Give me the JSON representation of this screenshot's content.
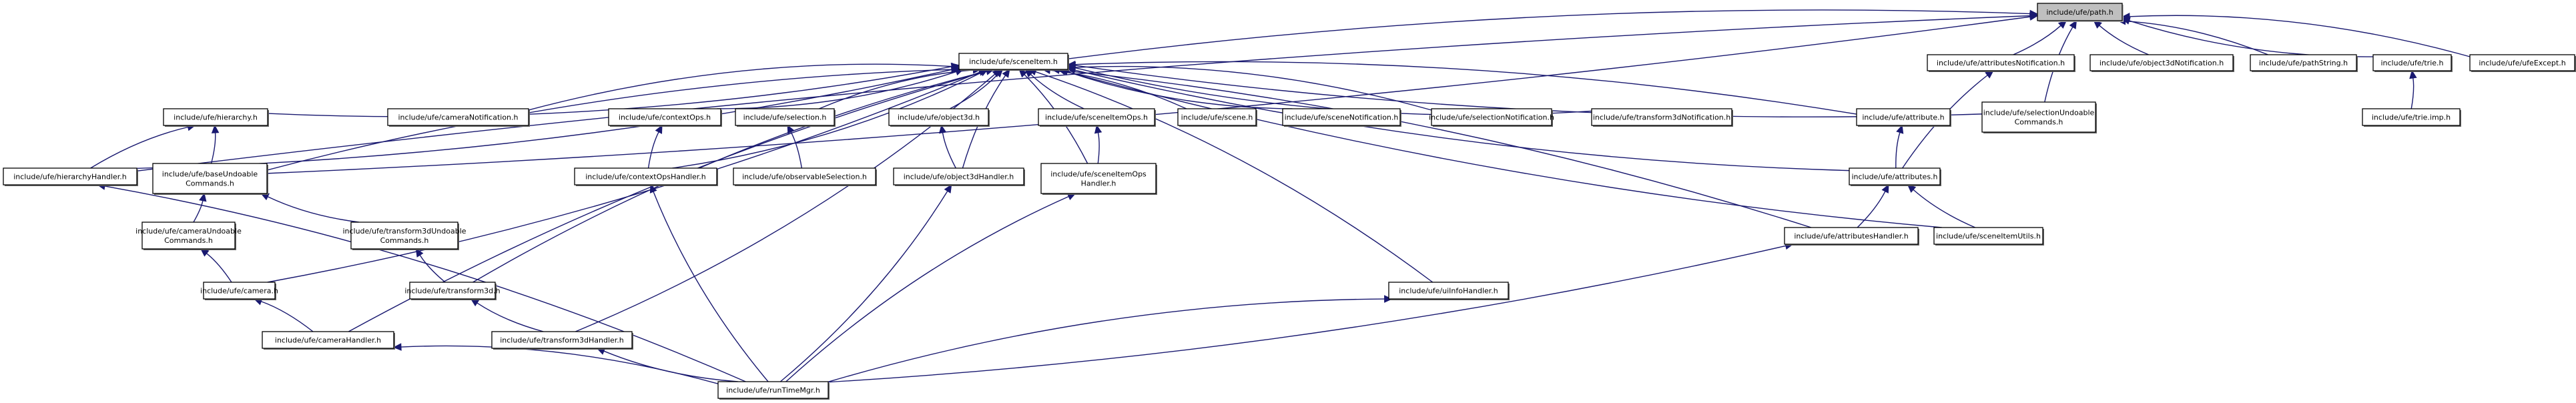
{
  "graph": {
    "title": "include/ufe/path.h include dependency graph",
    "root": "path",
    "colors": {
      "edge": "#191970",
      "root_fill": "#bfbfbf",
      "node_fill": "#ffffff",
      "border": "#000000"
    },
    "nodes": [
      {
        "id": "path",
        "lines": [
          "include/ufe/path.h"
        ]
      },
      {
        "id": "sceneItem",
        "lines": [
          "include/ufe/sceneItem.h"
        ]
      },
      {
        "id": "attributesNotification",
        "lines": [
          "include/ufe/attributesNotification.h"
        ]
      },
      {
        "id": "object3dNotification",
        "lines": [
          "include/ufe/object3dNotification.h"
        ]
      },
      {
        "id": "pathString",
        "lines": [
          "include/ufe/pathString.h"
        ]
      },
      {
        "id": "trie",
        "lines": [
          "include/ufe/trie.h"
        ]
      },
      {
        "id": "ufeExcept",
        "lines": [
          "include/ufe/ufeExcept.h"
        ]
      },
      {
        "id": "trieImp",
        "lines": [
          "include/ufe/trie.imp.h"
        ]
      },
      {
        "id": "hierarchy",
        "lines": [
          "include/ufe/hierarchy.h"
        ]
      },
      {
        "id": "cameraNotification",
        "lines": [
          "include/ufe/cameraNotification.h"
        ]
      },
      {
        "id": "contextOps",
        "lines": [
          "include/ufe/contextOps.h"
        ]
      },
      {
        "id": "selection",
        "lines": [
          "include/ufe/selection.h"
        ]
      },
      {
        "id": "object3d",
        "lines": [
          "include/ufe/object3d.h"
        ]
      },
      {
        "id": "sceneItemOps",
        "lines": [
          "include/ufe/sceneItemOps.h"
        ]
      },
      {
        "id": "scene",
        "lines": [
          "include/ufe/scene.h"
        ]
      },
      {
        "id": "sceneNotification",
        "lines": [
          "include/ufe/sceneNotification.h"
        ]
      },
      {
        "id": "selectionNotification",
        "lines": [
          "include/ufe/selectionNotification.h"
        ]
      },
      {
        "id": "transform3dNotification",
        "lines": [
          "include/ufe/transform3dNotification.h"
        ]
      },
      {
        "id": "attribute",
        "lines": [
          "include/ufe/attribute.h"
        ]
      },
      {
        "id": "selectionUndoableCommands",
        "lines": [
          "include/ufe/selectionUndoable",
          "Commands.h"
        ]
      },
      {
        "id": "hierarchyHandler",
        "lines": [
          "include/ufe/hierarchyHandler.h"
        ]
      },
      {
        "id": "baseUndoableCommands",
        "lines": [
          "include/ufe/baseUndoable",
          "Commands.h"
        ]
      },
      {
        "id": "contextOpsHandler",
        "lines": [
          "include/ufe/contextOpsHandler.h"
        ]
      },
      {
        "id": "observableSelection",
        "lines": [
          "include/ufe/observableSelection.h"
        ]
      },
      {
        "id": "object3dHandler",
        "lines": [
          "include/ufe/object3dHandler.h"
        ]
      },
      {
        "id": "sceneItemOpsHandler",
        "lines": [
          "include/ufe/sceneItemOps",
          "Handler.h"
        ]
      },
      {
        "id": "attributes",
        "lines": [
          "include/ufe/attributes.h"
        ]
      },
      {
        "id": "cameraUndoableCommands",
        "lines": [
          "include/ufe/cameraUndoable",
          "Commands.h"
        ]
      },
      {
        "id": "transform3dUndoableCommands",
        "lines": [
          "include/ufe/transform3dUndoable",
          "Commands.h"
        ]
      },
      {
        "id": "attributesHandler",
        "lines": [
          "include/ufe/attributesHandler.h"
        ]
      },
      {
        "id": "sceneItemUtils",
        "lines": [
          "include/ufe/sceneItemUtils.h"
        ]
      },
      {
        "id": "camera",
        "lines": [
          "include/ufe/camera.h"
        ]
      },
      {
        "id": "transform3d",
        "lines": [
          "include/ufe/transform3d.h"
        ]
      },
      {
        "id": "uiInfoHandler",
        "lines": [
          "include/ufe/uiInfoHandler.h"
        ]
      },
      {
        "id": "cameraHandler",
        "lines": [
          "include/ufe/cameraHandler.h"
        ]
      },
      {
        "id": "transform3dHandler",
        "lines": [
          "include/ufe/transform3dHandler.h"
        ]
      },
      {
        "id": "runTimeMgr",
        "lines": [
          "include/ufe/runTimeMgr.h"
        ]
      }
    ],
    "edges": [
      [
        "sceneItem",
        "path"
      ],
      [
        "attributesNotification",
        "path"
      ],
      [
        "object3dNotification",
        "path"
      ],
      [
        "pathString",
        "path"
      ],
      [
        "trie",
        "path"
      ],
      [
        "ufeExcept",
        "path"
      ],
      [
        "hierarchyHandler",
        "path"
      ],
      [
        "baseUndoableCommands",
        "path"
      ],
      [
        "selectionUndoableCommands",
        "path"
      ],
      [
        "trieImp",
        "trie"
      ],
      [
        "attributes",
        "attributesNotification"
      ],
      [
        "hierarchy",
        "sceneItem"
      ],
      [
        "cameraNotification",
        "sceneItem"
      ],
      [
        "contextOps",
        "sceneItem"
      ],
      [
        "selection",
        "sceneItem"
      ],
      [
        "object3d",
        "sceneItem"
      ],
      [
        "sceneItemOps",
        "sceneItem"
      ],
      [
        "scene",
        "sceneItem"
      ],
      [
        "sceneNotification",
        "sceneItem"
      ],
      [
        "selectionNotification",
        "sceneItem"
      ],
      [
        "transform3dNotification",
        "sceneItem"
      ],
      [
        "attribute",
        "sceneItem"
      ],
      [
        "selectionUndoableCommands",
        "sceneItem"
      ],
      [
        "hierarchyHandler",
        "sceneItem"
      ],
      [
        "baseUndoableCommands",
        "sceneItem"
      ],
      [
        "contextOpsHandler",
        "sceneItem"
      ],
      [
        "object3dHandler",
        "sceneItem"
      ],
      [
        "sceneItemOpsHandler",
        "sceneItem"
      ],
      [
        "attributes",
        "sceneItem"
      ],
      [
        "attributesHandler",
        "sceneItem"
      ],
      [
        "sceneItemUtils",
        "sceneItem"
      ],
      [
        "camera",
        "sceneItem"
      ],
      [
        "transform3d",
        "sceneItem"
      ],
      [
        "uiInfoHandler",
        "sceneItem"
      ],
      [
        "cameraHandler",
        "sceneItem"
      ],
      [
        "transform3dHandler",
        "sceneItem"
      ],
      [
        "hierarchyHandler",
        "hierarchy"
      ],
      [
        "baseUndoableCommands",
        "hierarchy"
      ],
      [
        "contextOpsHandler",
        "contextOps"
      ],
      [
        "observableSelection",
        "selection"
      ],
      [
        "object3dHandler",
        "object3d"
      ],
      [
        "sceneItemOpsHandler",
        "sceneItemOps"
      ],
      [
        "attributes",
        "attribute"
      ],
      [
        "cameraUndoableCommands",
        "baseUndoableCommands"
      ],
      [
        "transform3dUndoableCommands",
        "baseUndoableCommands"
      ],
      [
        "attributesHandler",
        "attributes"
      ],
      [
        "sceneItemUtils",
        "attributes"
      ],
      [
        "camera",
        "cameraUndoableCommands"
      ],
      [
        "transform3d",
        "transform3dUndoableCommands"
      ],
      [
        "cameraHandler",
        "camera"
      ],
      [
        "transform3dHandler",
        "transform3d"
      ],
      [
        "runTimeMgr",
        "hierarchyHandler"
      ],
      [
        "runTimeMgr",
        "contextOpsHandler"
      ],
      [
        "runTimeMgr",
        "object3dHandler"
      ],
      [
        "runTimeMgr",
        "sceneItemOpsHandler"
      ],
      [
        "runTimeMgr",
        "attributesHandler"
      ],
      [
        "runTimeMgr",
        "uiInfoHandler"
      ],
      [
        "runTimeMgr",
        "cameraHandler"
      ],
      [
        "runTimeMgr",
        "transform3dHandler"
      ]
    ]
  }
}
